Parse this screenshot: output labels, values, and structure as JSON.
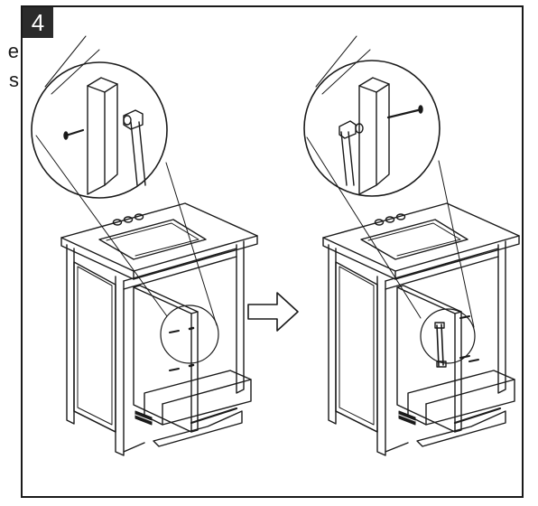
{
  "step": {
    "number": "4"
  },
  "margin_text": [
    "e",
    "s"
  ],
  "colors": {
    "ink": "#1a1a1a",
    "paper": "#ffffff",
    "badge": "#2b2b2b"
  },
  "icons": {
    "arrow": "right-arrow-icon",
    "screw": "screw-icon",
    "handle": "door-handle-icon"
  }
}
